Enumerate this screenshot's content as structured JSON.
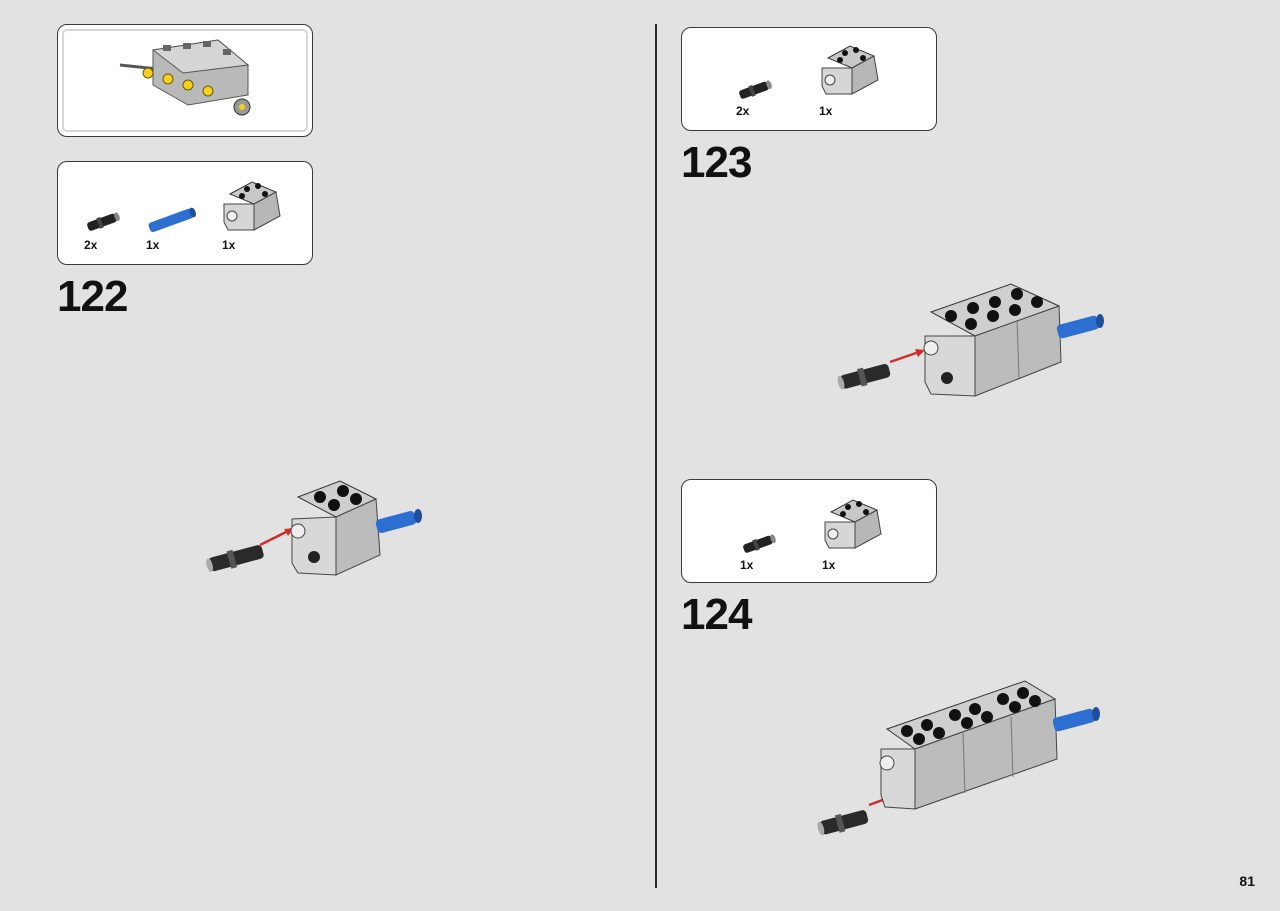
{
  "page": {
    "number": "81"
  },
  "steps": [
    {
      "number": "122",
      "parts": [
        {
          "qty": "2x"
        },
        {
          "qty": "1x"
        },
        {
          "qty": "1x"
        }
      ]
    },
    {
      "number": "123",
      "parts": [
        {
          "qty": "2x"
        },
        {
          "qty": "1x"
        }
      ]
    },
    {
      "number": "124",
      "parts": [
        {
          "qty": "1x"
        },
        {
          "qty": "1x"
        }
      ]
    }
  ],
  "colors": {
    "pin_blue": "#2c6fd1",
    "arrow_red": "#d42a2a",
    "engine_yellow": "#f5d020",
    "block_gray": "#c9c9c9"
  },
  "icons": [
    "engine-assembly-icon",
    "friction-pin-icon",
    "blue-axle-pin-icon",
    "engine-block-icon",
    "arrow-icon"
  ]
}
